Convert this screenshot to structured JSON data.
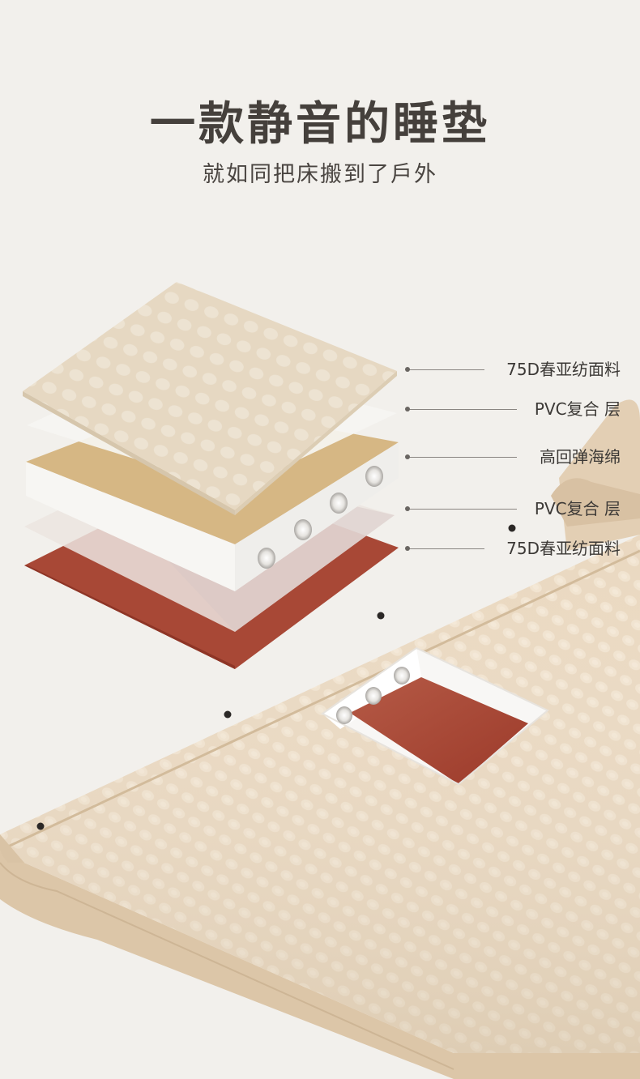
{
  "header": {
    "title": "一款静音的睡垫",
    "subtitle": "就如同把床搬到了戶外"
  },
  "layers": [
    {
      "label": "75D春亚纺面料"
    },
    {
      "label": "PVC复合 层"
    },
    {
      "label": "高回弹海绵"
    },
    {
      "label": "PVC复合 层"
    },
    {
      "label": "75D春亚纺面料"
    }
  ],
  "colors": {
    "background": "#f2f0ec",
    "fabric_top": "#e9ddc8",
    "pvc_film": "#f4f2ef",
    "sponge_top": "#d6b784",
    "sponge_side": "#f7f6f3",
    "bottom_fabric": "#a84836",
    "mat_fabric": "#ead8c0"
  }
}
